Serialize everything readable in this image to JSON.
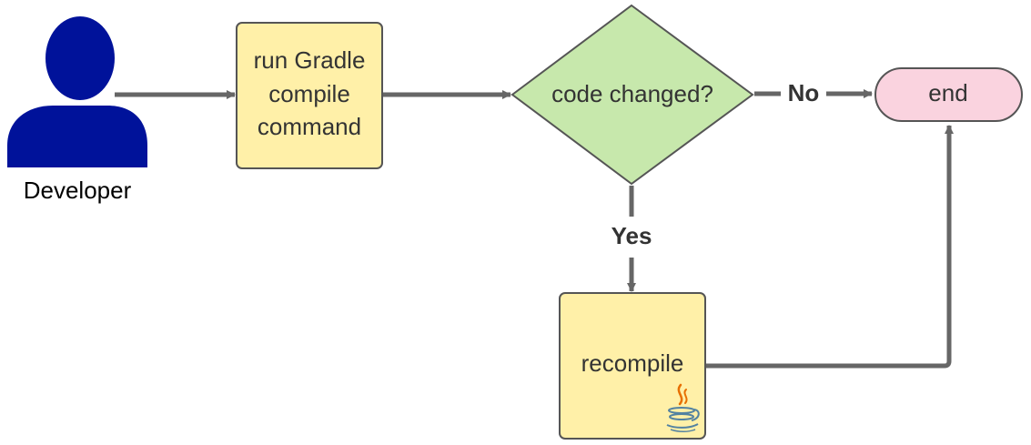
{
  "actor": {
    "label": "Developer",
    "icon": "user-icon",
    "color": "#00129a"
  },
  "nodes": {
    "run_gradle": {
      "lines": [
        "run Gradle",
        "compile",
        "command"
      ],
      "shape": "process",
      "fill": "#fff0a8",
      "stroke": "#555555"
    },
    "code_changed": {
      "label": "code changed?",
      "shape": "decision",
      "fill": "#c7e8ac",
      "stroke": "#555555"
    },
    "end": {
      "label": "end",
      "shape": "terminator",
      "fill": "#fad3df",
      "stroke": "#555555"
    },
    "recompile": {
      "label": "recompile",
      "shape": "process",
      "fill": "#fff0a8",
      "stroke": "#555555",
      "icon": "java-icon"
    }
  },
  "edges": {
    "no_label": "No",
    "yes_label": "Yes",
    "color": "#666666"
  }
}
